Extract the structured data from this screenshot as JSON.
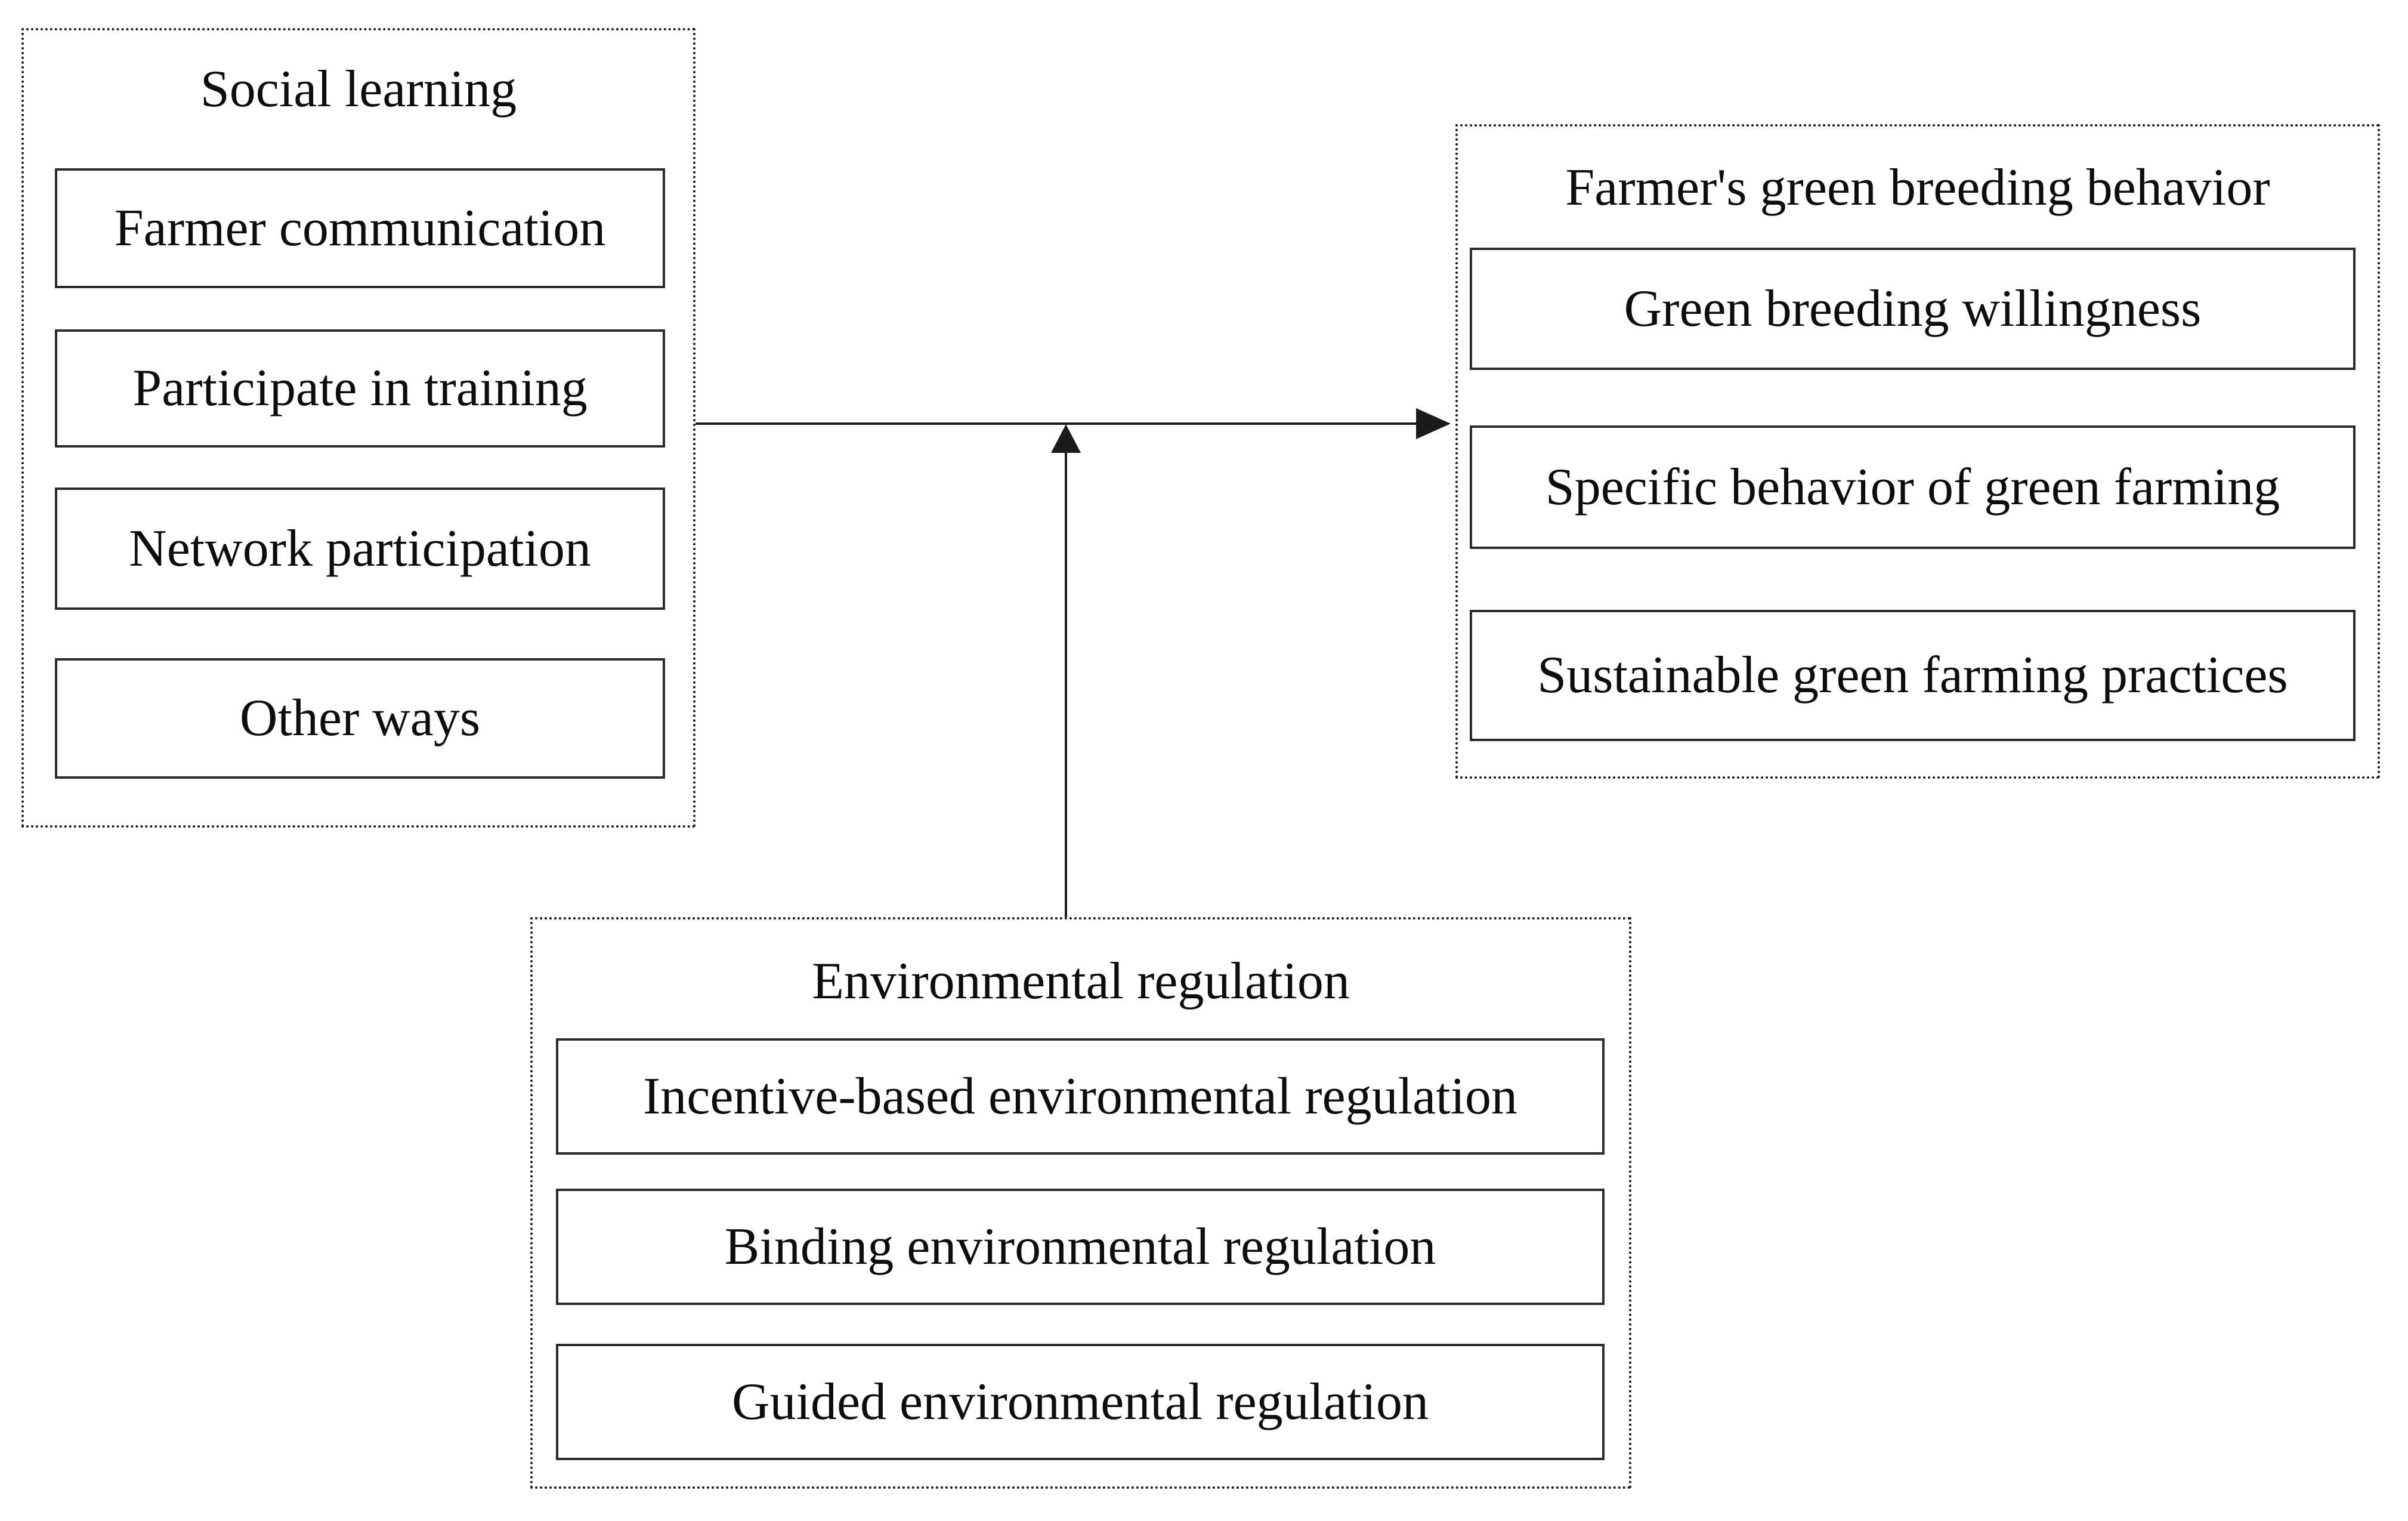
{
  "figure": {
    "background": "#ffffff",
    "ink": "#1b1b1b",
    "box_border": "#2b2b2b",
    "text_color": "#0d0d0d"
  },
  "groups": [
    {
      "id": "social-learning",
      "title": "Social learning",
      "items": [
        "Farmer communication",
        "Participate in training",
        "Network participation",
        "Other ways"
      ]
    },
    {
      "id": "green-breeding-behavior",
      "title": "Farmer's green breeding behavior",
      "items": [
        "Green breeding willingness",
        "Specific behavior of green farming",
        "Sustainable green farming practices"
      ]
    },
    {
      "id": "environmental-regulation",
      "title": "Environmental regulation",
      "items": [
        "Incentive-based environmental regulation",
        "Binding environmental regulation",
        "Guided environmental regulation"
      ]
    }
  ],
  "arrows": [
    {
      "id": "social-to-behavior",
      "direction": "right"
    },
    {
      "id": "regulation-moderation",
      "direction": "up"
    }
  ]
}
